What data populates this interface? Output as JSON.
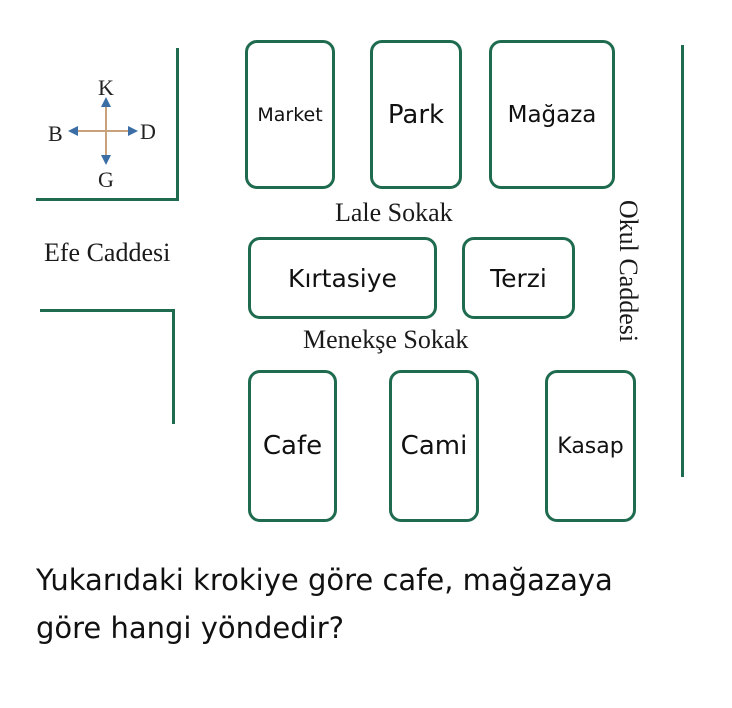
{
  "compass": {
    "north": "K",
    "south": "G",
    "east": "D",
    "west": "B"
  },
  "streets": {
    "efe": "Efe Caddesi",
    "lale": "Lale Sokak",
    "menekse": "Menekşe Sokak",
    "okul": "Okul Caddesi"
  },
  "buildings": {
    "market": "Market",
    "park": "Park",
    "magaza": "Mağaza",
    "kirtasiye": "Kırtasiye",
    "terzi": "Terzi",
    "cafe": "Cafe",
    "cami": "Cami",
    "kasap": "Kasap"
  },
  "question": {
    "line1": "Yukarıdaki krokiye göre cafe, mağazaya",
    "line2": "göre hangi yöndedir?"
  },
  "colors": {
    "line": "#1f6b4f",
    "compass_line": "#c8a27a",
    "compass_arrow": "#3a6ea5"
  }
}
